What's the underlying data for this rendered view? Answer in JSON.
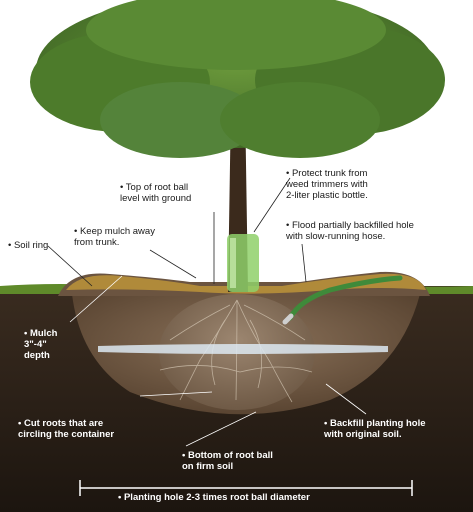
{
  "labels": {
    "soil_ring": "Soil ring",
    "mulch_away": "Keep mulch away\nfrom trunk.",
    "top_root_ball": "Top of root ball\nlevel with ground",
    "protect_trunk": "Protect trunk from\nweed trimmers with\n2-liter plastic bottle.",
    "flood_hole": "Flood partially backfilled hole\nwith slow-running hose.",
    "mulch_depth": "Mulch\n3\"-4\"\ndepth",
    "cut_roots": "Cut roots that are\ncircling the container",
    "backfill": "Backfill planting hole\nwith original soil.",
    "bottom_root_ball": "Bottom of root ball\non firm soil",
    "planting_hole": "Planting hole 2-3 times root ball diameter"
  },
  "colors": {
    "sky": "#ffffff",
    "canopy": "#4f7a2c",
    "trunk": "#3b2a1c",
    "soil": "#2a2018",
    "backfill": "#6b5440",
    "rootball": "#8a7460",
    "mulch": "#b08a3a",
    "grass": "#5f8a2a",
    "bottle": "#8fd06a",
    "hose": "#3f8a3a",
    "water": "#dde9f2"
  }
}
